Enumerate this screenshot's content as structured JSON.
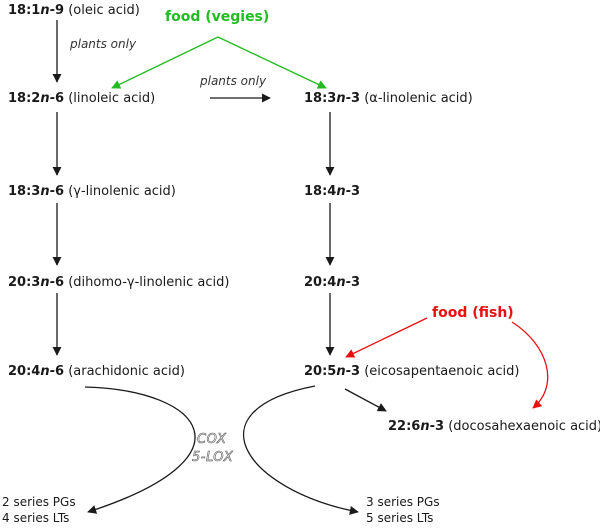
{
  "n6": [
    {
      "code_a": "18:1",
      "code_n": "n",
      "code_b": "-9",
      "name": "(oleic acid)"
    },
    {
      "code_a": "18:2",
      "code_n": "n",
      "code_b": "-6",
      "name": "(linoleic acid)"
    },
    {
      "code_a": "18:3",
      "code_n": "n",
      "code_b": "-6",
      "name": "(γ-linolenic acid)"
    },
    {
      "code_a": "20:3",
      "code_n": "n",
      "code_b": "-6",
      "name": "(dihomo-γ-linolenic acid)"
    },
    {
      "code_a": "20:4",
      "code_n": "n",
      "code_b": "-6",
      "name": "(arachidonic acid)"
    }
  ],
  "n3": [
    {
      "code_a": "18:3",
      "code_n": "n",
      "code_b": "-3",
      "name": "(α-linolenic acid)"
    },
    {
      "code_a": "18:4",
      "code_n": "n",
      "code_b": "-3",
      "name": ""
    },
    {
      "code_a": "20:4",
      "code_n": "n",
      "code_b": "-3",
      "name": ""
    },
    {
      "code_a": "20:5",
      "code_n": "n",
      "code_b": "-3",
      "name": "(eicosapentaenoic acid)"
    },
    {
      "code_a": "22:6",
      "code_n": "n",
      "code_b": "-3",
      "name": "(docosahexaenoic acid)"
    }
  ],
  "notes": {
    "plants_only_1": "plants only",
    "plants_only_2": "plants only"
  },
  "food": {
    "vegies": "food (vegies)",
    "fish": "food (fish)"
  },
  "enzymes": {
    "cox": "COX",
    "lox": "5-LOX"
  },
  "products": {
    "n6_pg": "2 series PGs",
    "n6_lt": "4 series LTs",
    "n3_pg": "3 series PGs",
    "n3_lt": "5 series LTs"
  },
  "colors": {
    "green": "#22bb22",
    "red": "#e81010",
    "arrow": "#1a1a1a"
  }
}
